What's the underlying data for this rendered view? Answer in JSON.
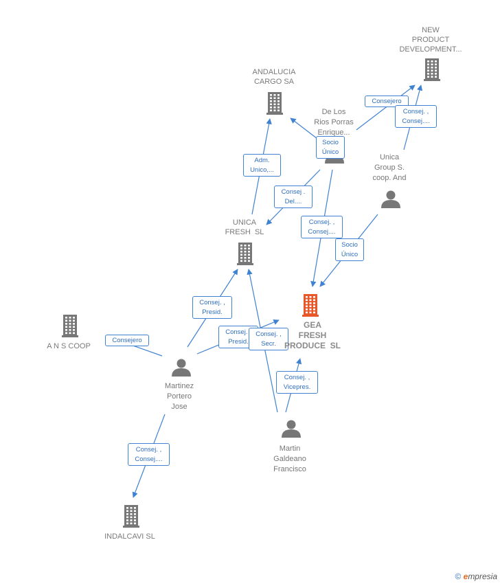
{
  "colors": {
    "edge": "#3f82d1",
    "icon": "#777777",
    "focal": "#e8572a"
  },
  "nodes": {
    "new_product": {
      "label": "NEW PRODUCT DEVELOPMENT...",
      "lines": [
        "NEW",
        "PRODUCT",
        "DEVELOPMENT..."
      ],
      "kind": "company",
      "icon": "building-icon"
    },
    "andalucia_cargo": {
      "label": "ANDALUCIA CARGO SA",
      "lines": [
        "ANDALUCIA",
        "CARGO SA"
      ],
      "kind": "company",
      "icon": "building-icon"
    },
    "de_los_rios": {
      "label": "De Los Rios Porras Enrique...",
      "lines": [
        "De Los",
        "Rios Porras",
        "Enrique..."
      ],
      "kind": "person",
      "icon": "person-icon"
    },
    "unica_group": {
      "label": "Unica Group S. coop. And",
      "lines": [
        "Unica",
        "Group S.",
        "coop. And"
      ],
      "kind": "person",
      "icon": "person-icon"
    },
    "unica_fresh": {
      "label": "UNICA FRESH SL",
      "lines": [
        "UNICA",
        "FRESH  SL"
      ],
      "kind": "company",
      "icon": "building-icon"
    },
    "gea_fresh": {
      "label": "GEA FRESH PRODUCE SL",
      "lines": [
        "GEA",
        "FRESH",
        "PRODUCE  SL"
      ],
      "kind": "focal",
      "icon": "building-icon"
    },
    "ans_coop": {
      "label": "A N S COOP",
      "lines": [
        "A N S COOP"
      ],
      "kind": "company",
      "icon": "building-icon"
    },
    "martinez": {
      "label": "Martinez Portero Jose",
      "lines": [
        "Martinez",
        "Portero",
        "Jose"
      ],
      "kind": "person",
      "icon": "person-icon"
    },
    "martin_galdeano": {
      "label": "Martin Galdeano Francisco",
      "lines": [
        "Martin",
        "Galdeano",
        "Francisco"
      ],
      "kind": "person",
      "icon": "person-icon"
    },
    "indalcavi": {
      "label": "INDALCAVI SL",
      "lines": [
        "INDALCAVI SL"
      ],
      "kind": "company",
      "icon": "building-icon"
    }
  },
  "edges": [
    {
      "id": "e1",
      "from": "de_los_rios",
      "to": "new_product",
      "label": [
        "Consejero"
      ]
    },
    {
      "id": "e2",
      "from": "unica_group",
      "to": "new_product",
      "label": [
        "Consej. ,",
        "Consej...."
      ]
    },
    {
      "id": "e3",
      "from": "de_los_rios",
      "to": "andalucia_cargo",
      "label": [
        "Socio",
        "Único"
      ]
    },
    {
      "id": "e4",
      "from": "unica_fresh",
      "to": "andalucia_cargo",
      "label": [
        "Adm.",
        "Unico,..."
      ]
    },
    {
      "id": "e5",
      "from": "de_los_rios",
      "to": "unica_fresh",
      "label": [
        "Consej .",
        "Del...."
      ]
    },
    {
      "id": "e6",
      "from": "de_los_rios",
      "to": "gea_fresh",
      "label": [
        "Consej. ,",
        "Consej...."
      ]
    },
    {
      "id": "e7",
      "from": "unica_group",
      "to": "gea_fresh",
      "label": [
        "Socio",
        "Único"
      ]
    },
    {
      "id": "e8",
      "from": "martinez",
      "to": "unica_fresh",
      "label": [
        "Consej. ,",
        "Presid."
      ]
    },
    {
      "id": "e9",
      "from": "martinez",
      "to": "gea_fresh",
      "label": [
        "Consej. ,",
        "Presid."
      ]
    },
    {
      "id": "e10",
      "from": "martin_galdeano",
      "to": "unica_fresh",
      "label": [
        "Consej. ,",
        "Secr."
      ]
    },
    {
      "id": "e11",
      "from": "martin_galdeano",
      "to": "gea_fresh",
      "label": [
        "Consej. ,",
        "Vicepres."
      ]
    },
    {
      "id": "e12",
      "from": "martinez",
      "to": "ans_coop",
      "label": [
        "Consejero"
      ]
    },
    {
      "id": "e13",
      "from": "martinez",
      "to": "indalcavi",
      "label": [
        "Consej. ,",
        "Consej...."
      ]
    }
  ],
  "footer": {
    "copyright": "©",
    "brand_initial": "e",
    "brand_rest": "mpresia"
  }
}
